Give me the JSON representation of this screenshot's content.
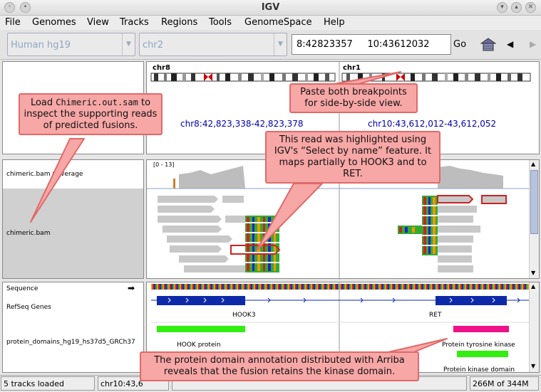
{
  "window": {
    "title": "IGV"
  },
  "menu": [
    "File",
    "Genomes",
    "View",
    "Tracks",
    "Regions",
    "Tools",
    "GenomeSpace",
    "Help"
  ],
  "toolbar": {
    "genome": "Human hg19",
    "chromosome": "chr2",
    "locus": "8:42823357     10:43612032",
    "go": "Go"
  },
  "ideogram": {
    "left_chr": "chr8",
    "right_chr": "chr1",
    "left_locus": "chr8:42,823,338-42,823,378",
    "right_locus": "chr10:43,612,012-43,612,052"
  },
  "tracks": {
    "coverage_label": "chimeric.bam Coverage",
    "coverage_range": "[0 - 13]",
    "bam_label": "chimeric.bam",
    "sequence_label": "Sequence",
    "refseq_label": "RefSeq Genes",
    "protein_label": "protein_domains_hg19_hs37d5_GRCh37",
    "gene_left": "HOOK3",
    "gene_right": "RET",
    "domain_hook": "HOOK protein",
    "domain_tyr": "Protein tyrosine kinase",
    "domain_kin": "Protein kinase domain"
  },
  "callouts": {
    "load_pre": "Load ",
    "load_file": "Chimeric.out.sam",
    "load_post": "to inspect the supporting reads of predicted fusions.",
    "paste": "Paste both breakpoints for side-by-side view.",
    "highlight": "This read was highlighted using IGV's “Select by name” feature. It maps partially to HOOK3 and to RET.",
    "protein": "The protein domain annotation distributed with Arriba reveals that the fusion retains the kinase domain."
  },
  "status": {
    "tracks_loaded": "5 tracks loaded",
    "position": "chr10:43,6",
    "memory": "266M of 344M"
  },
  "colors": {
    "callout_fill": "#f7a7a6",
    "callout_border": "#e06a6a",
    "gene_blue": "#0f2aa8",
    "domain_green": "#33ee11",
    "domain_magenta": "#ee1188",
    "locus_blue": "#0000b0"
  }
}
